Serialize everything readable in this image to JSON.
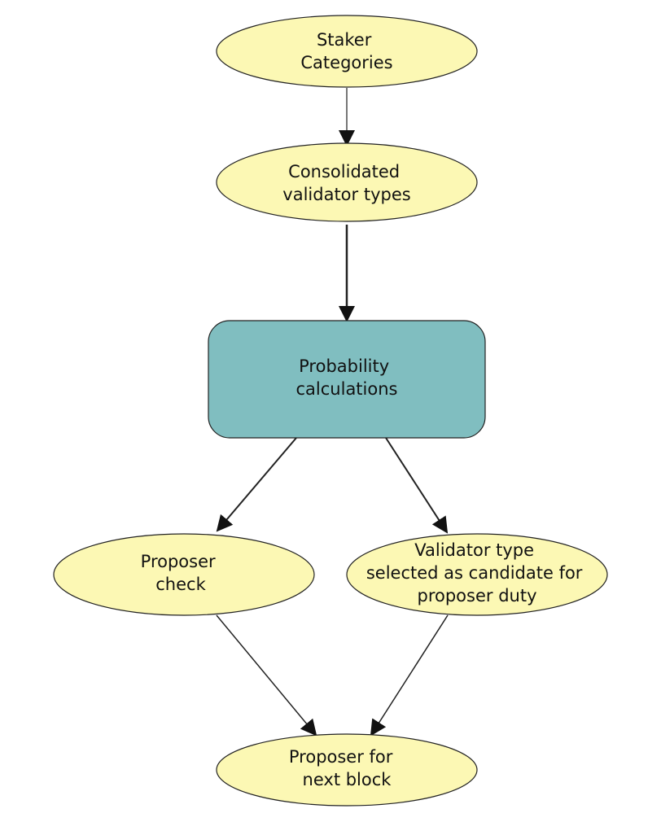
{
  "colors": {
    "ellipse_fill": "#fcf8b4",
    "process_fill": "#80bec0",
    "stroke": "#222222"
  },
  "nodes": {
    "staker_categories": {
      "lines": [
        "Staker",
        "Categories"
      ]
    },
    "consolidated_validator_types": {
      "lines": [
        "Consolidated",
        "validator types"
      ]
    },
    "probability_calculations": {
      "lines": [
        "Probability",
        "calculations"
      ]
    },
    "proposer_check": {
      "lines": [
        "Proposer",
        "check"
      ]
    },
    "validator_type_selected": {
      "lines": [
        "Validator type",
        "selected as candidate for",
        "proposer duty"
      ]
    },
    "proposer_for_next_block": {
      "lines": [
        "Proposer for",
        "next block"
      ]
    }
  },
  "edges": [
    {
      "from": "staker_categories",
      "to": "consolidated_validator_types"
    },
    {
      "from": "consolidated_validator_types",
      "to": "probability_calculations"
    },
    {
      "from": "probability_calculations",
      "to": "proposer_check"
    },
    {
      "from": "probability_calculations",
      "to": "validator_type_selected"
    },
    {
      "from": "proposer_check",
      "to": "proposer_for_next_block"
    },
    {
      "from": "validator_type_selected",
      "to": "proposer_for_next_block"
    }
  ]
}
